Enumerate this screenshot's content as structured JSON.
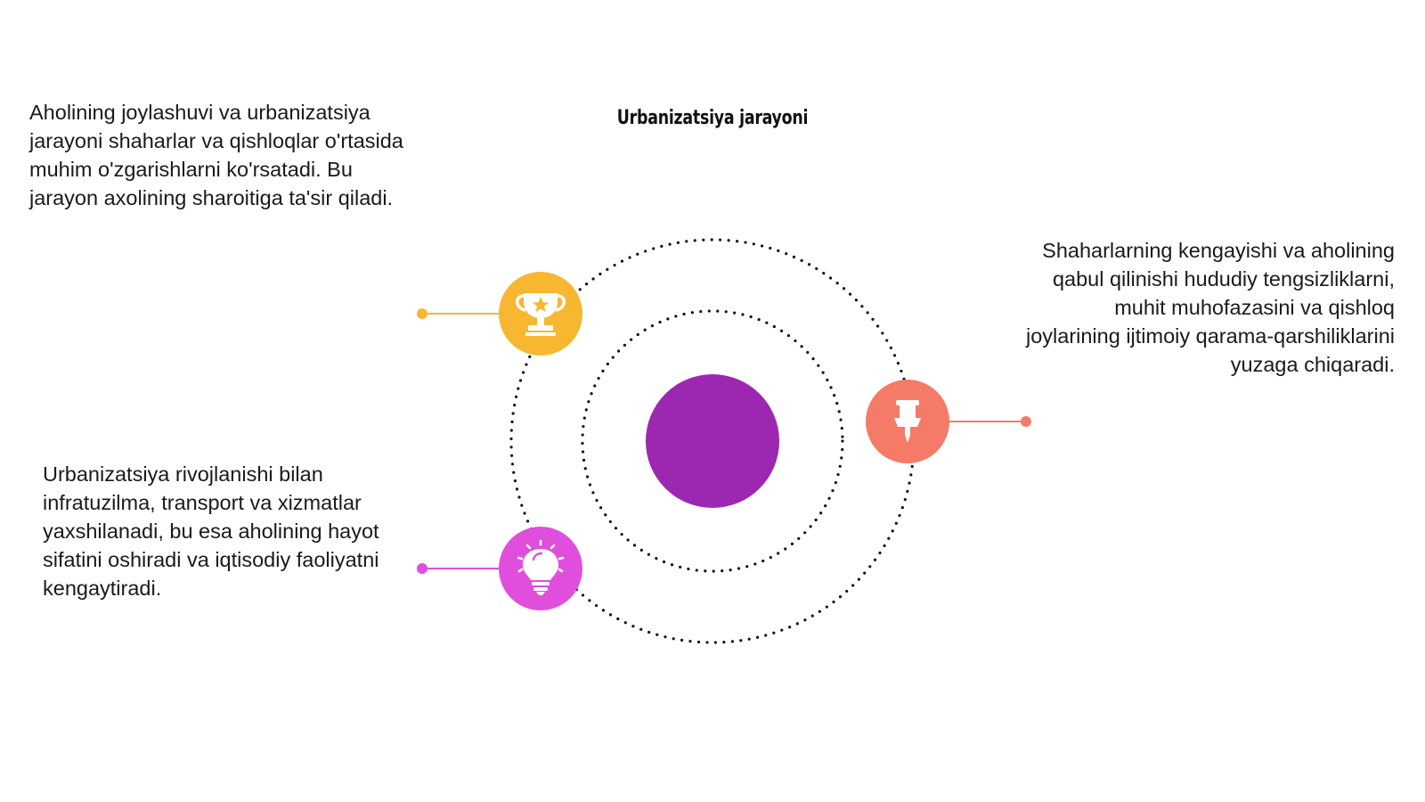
{
  "title": "Urbanizatsiya jarayoni",
  "blocks": {
    "top_left": "Aholining joylashuvi va urbanizatsiya jarayoni shaharlar va qishloqlar o'rtasida muhim o'zgarishlarni ko'rsatadi. Bu jarayon axolining sharoitiga ta'sir qiladi.",
    "right": "Shaharlarning kengayishi va aholining qabul qilinishi hududiy tengsizliklarni, muhit muhofazasini va qishloq joylarining ijtimoiy qarama-qarshiliklarini yuzaga chiqaradi.",
    "bottom_left": "Urbanizatsiya rivojlanishi bilan infratuzilma, transport va xizmatlar yaxshilanadi, bu esa aholining hayot sifatini oshiradi va iqtisodiy faoliyatni kengaytiradi."
  },
  "colors": {
    "center": "#9c27b0",
    "trophy_node": "#f7b731",
    "pin_node": "#f47b67",
    "bulb_node": "#df4fdc",
    "dots": "#111111"
  },
  "icons": {
    "top_left": "trophy-icon",
    "right": "pushpin-icon",
    "bottom_left": "lightbulb-icon"
  }
}
